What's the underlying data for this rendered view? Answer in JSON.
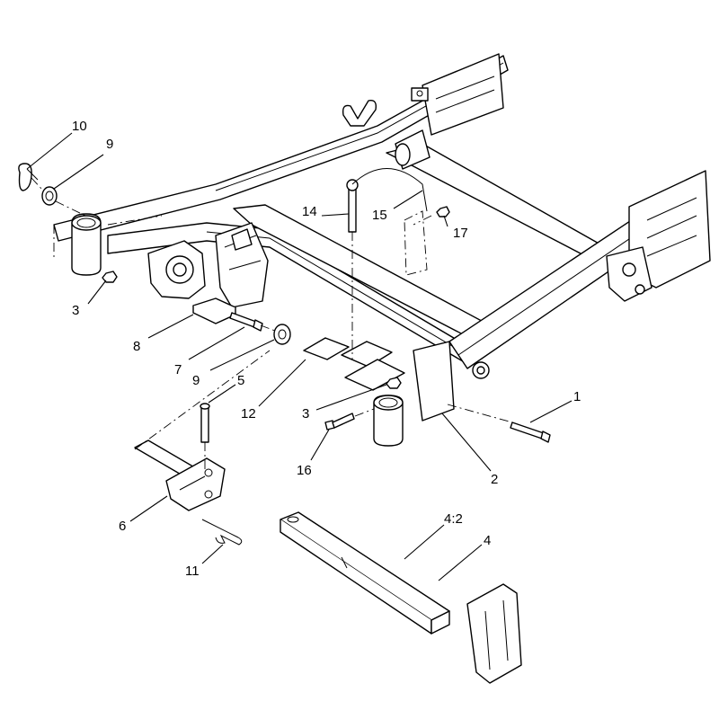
{
  "callouts": [
    {
      "id": "c10",
      "text": "10"
    },
    {
      "id": "c9a",
      "text": "9"
    },
    {
      "id": "c14",
      "text": "14"
    },
    {
      "id": "c15",
      "text": "15"
    },
    {
      "id": "c17",
      "text": "17"
    },
    {
      "id": "c3a",
      "text": "3"
    },
    {
      "id": "c8",
      "text": "8"
    },
    {
      "id": "c7",
      "text": "7"
    },
    {
      "id": "c9b",
      "text": "9"
    },
    {
      "id": "c5",
      "text": "5"
    },
    {
      "id": "c12",
      "text": "12"
    },
    {
      "id": "c3b",
      "text": "3"
    },
    {
      "id": "c1",
      "text": "1"
    },
    {
      "id": "c16",
      "text": "16"
    },
    {
      "id": "c2",
      "text": "2"
    },
    {
      "id": "c6",
      "text": "6"
    },
    {
      "id": "c42",
      "text": "4:2"
    },
    {
      "id": "c4",
      "text": "4"
    },
    {
      "id": "c11",
      "text": "11"
    }
  ]
}
